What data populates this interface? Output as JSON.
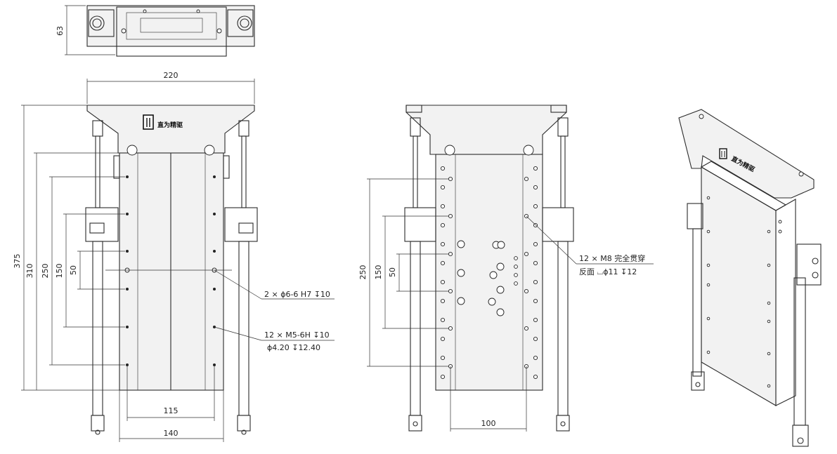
{
  "brand": {
    "name": "直为精驱",
    "logo_icon": "dw-logo-icon"
  },
  "dimensions": {
    "top_height": "63",
    "top_width": "220",
    "overall_height": "375",
    "h310": "310",
    "h250": "250",
    "h150": "150",
    "h50": "50",
    "w115": "115",
    "w140": "140",
    "mid_h250": "250",
    "mid_h150": "150",
    "mid_h50": "50",
    "mid_w100": "100"
  },
  "callouts": {
    "pin_holes": "2 × ϕ6-6 H7 ↧10",
    "thread_holes_line1": "12 × M5-6H ↧10",
    "thread_holes_line2": "ϕ4.20 ↧12.40",
    "through_holes_line1": "12 × M8 完全贯穿",
    "through_holes_line2": "反面 ⌴ϕ11 ↧12"
  },
  "colors": {
    "line": "#2b2b2b",
    "background": "#ffffff",
    "body_fill": "#f2f2f2"
  }
}
